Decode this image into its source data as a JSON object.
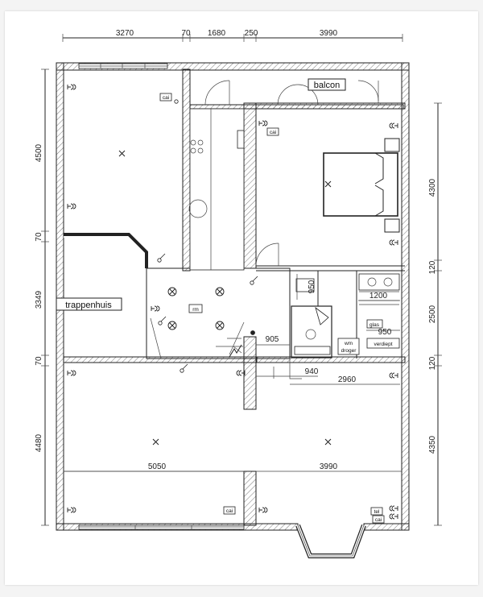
{
  "dimensions": {
    "top": [
      "3270",
      "70",
      "1680",
      "250",
      "3990"
    ],
    "left": [
      "4500",
      "70",
      "3349",
      "70",
      "4480"
    ],
    "right": [
      "4300",
      "120",
      "2500",
      "120",
      "4350"
    ],
    "inner": {
      "d1200": "1200",
      "d950v": "950",
      "d950h": "950",
      "d905": "905",
      "d940": "940",
      "d2960": "2960",
      "d5050": "5050",
      "d3990": "3990"
    }
  },
  "labels": {
    "balcon": "balcon",
    "trappenhuis": "trappenhuis",
    "glas": "glas",
    "verdiept": "verdiept",
    "droger": "droger",
    "rm": "rm",
    "tel": "tel",
    "cai": "cai",
    "wm": "wm"
  }
}
